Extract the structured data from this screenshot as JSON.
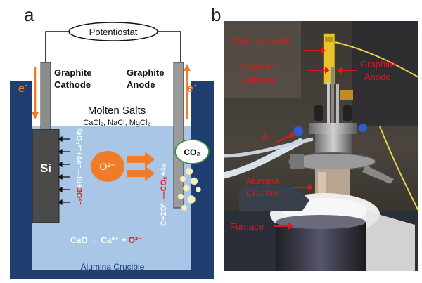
{
  "panel_a": {
    "letter": "a",
    "potentiostat": "Potentiostat",
    "cathode_line1": "Graphite",
    "cathode_line2": "Cathode",
    "anode_line1": "Graphite",
    "anode_line2": "Anode",
    "electron_left": "e",
    "electron_right": "e",
    "electron_sup": "-",
    "molten_title": "Molten Salts",
    "salts": "CaCl₂, NaCl, MgCl₂",
    "si_label": "Si",
    "o_ion": "O²⁻",
    "co2_bubble": "CO₂",
    "cathode_reaction_part1": "SiO₃²⁻+4e⁻—Si+",
    "cathode_reaction_part2": "3O²⁻",
    "anode_reaction_part1": "C+2O²⁻",
    "anode_reaction_part2": "—CO₂",
    "anode_reaction_part3": "+4e⁻",
    "cao_part1": "CaO → Ca²⁺ + ",
    "cao_part2": "O²⁻",
    "crucible": "Alumina Crucible",
    "colors": {
      "outer_crucible": "#1f3f70",
      "salt_blue": "#a9c6e6",
      "electrode_gray": "#8c8c8c",
      "si_block": "#4a4a4a",
      "orange": "#f07c2a",
      "red": "#e31d1d",
      "bubble": "#f3efc8",
      "bubble_ring": "#3c8a3a"
    }
  },
  "panel_b": {
    "letter": "b",
    "thermocouple": "Thermocouple",
    "cathode_line1": "Graphite",
    "cathode_line2": "Cathode",
    "anode_line1": "Graphite",
    "anode_line2": "Anode",
    "ar": "Ar",
    "crucible_line1": "Alumina",
    "crucible_line2": "Crucible",
    "furnace": "Furnace",
    "label_color": "#e0161b"
  }
}
